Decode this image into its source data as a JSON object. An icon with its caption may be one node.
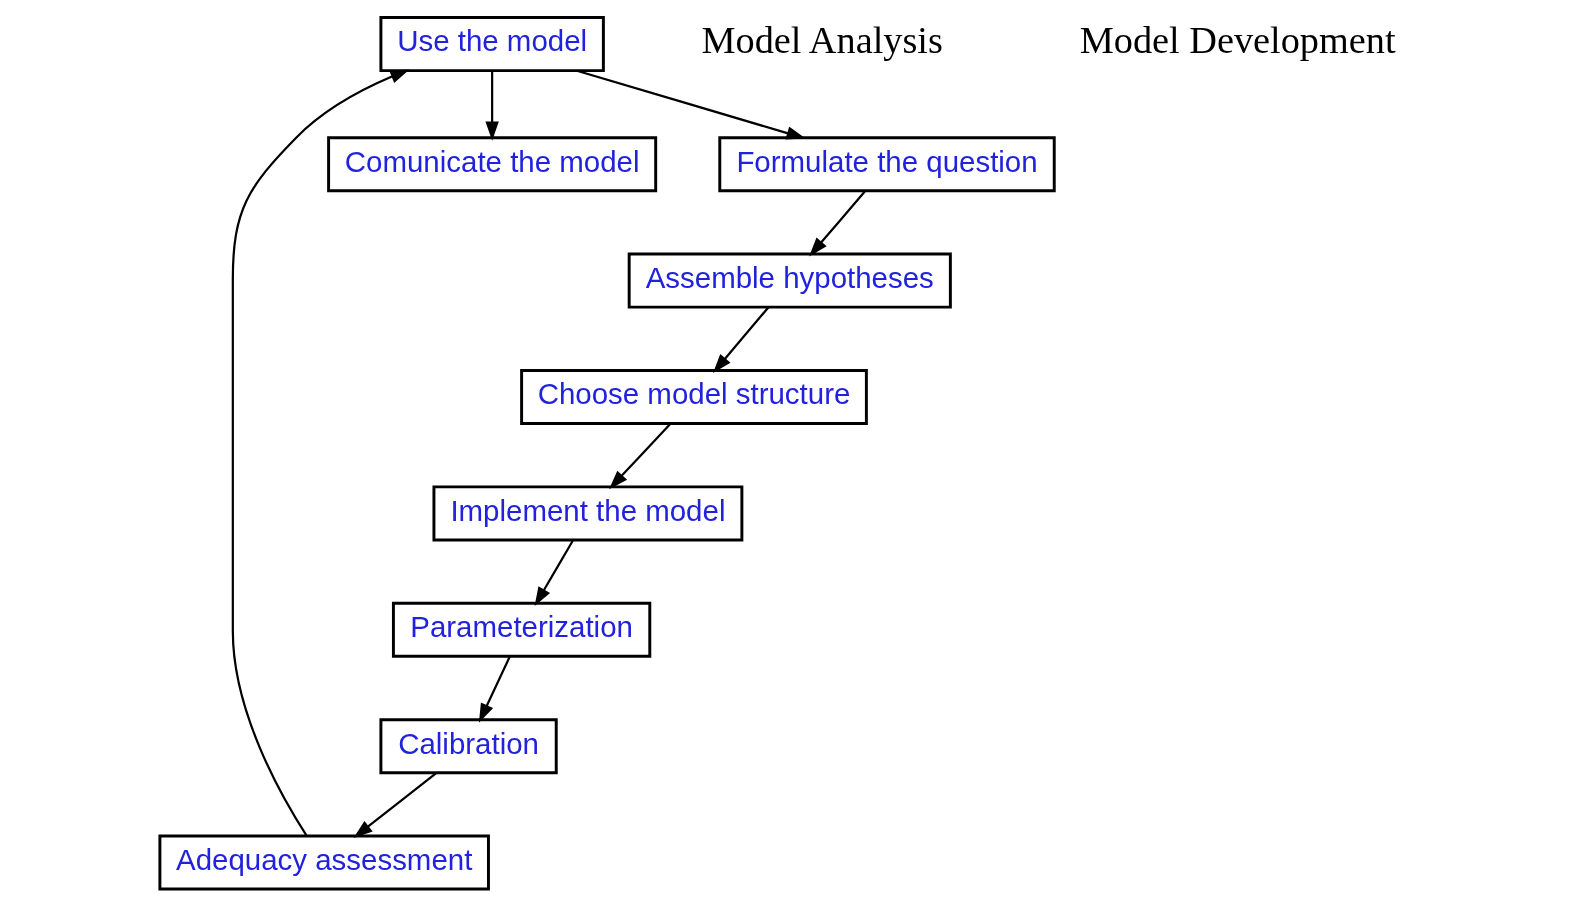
{
  "diagram": {
    "nodes": [
      {
        "text": [
          "Comunicate the model"
        ]
      },
      {
        "text": [
          "Parameterization"
        ]
      },
      {
        "text": [
          "Formulate the question"
        ]
      },
      {
        "text": [
          "Assemble hypotheses"
        ]
      },
      {
        "text": [
          "Calibration"
        ]
      },
      {
        "text": [
          "Choose model structure"
        ]
      },
      {
        "text": [
          "Adequacy assessment"
        ]
      },
      {
        "text": [
          "Use the model"
        ]
      },
      {
        "text": [
          "Implement the model"
        ]
      }
    ],
    "edges": [
      {
        "from": 1,
        "to": 4,
        "arrow": "to"
      },
      {
        "from": 4,
        "to": 6,
        "arrow": "to"
      },
      {
        "from": 6,
        "to": 7,
        "arrow": "to"
      },
      {
        "from": 7,
        "to": 2,
        "arrow": "to"
      },
      {
        "from": 7,
        "to": 0,
        "arrow": "to"
      },
      {
        "from": 2,
        "to": 3,
        "arrow": "to"
      },
      {
        "from": 3,
        "to": 5,
        "arrow": "to"
      },
      {
        "from": 5,
        "to": 8,
        "arrow": "to"
      },
      {
        "from": 8,
        "to": 1,
        "arrow": "to"
      }
    ],
    "labels": [
      "Model Analysis",
      "Model Development"
    ]
  }
}
